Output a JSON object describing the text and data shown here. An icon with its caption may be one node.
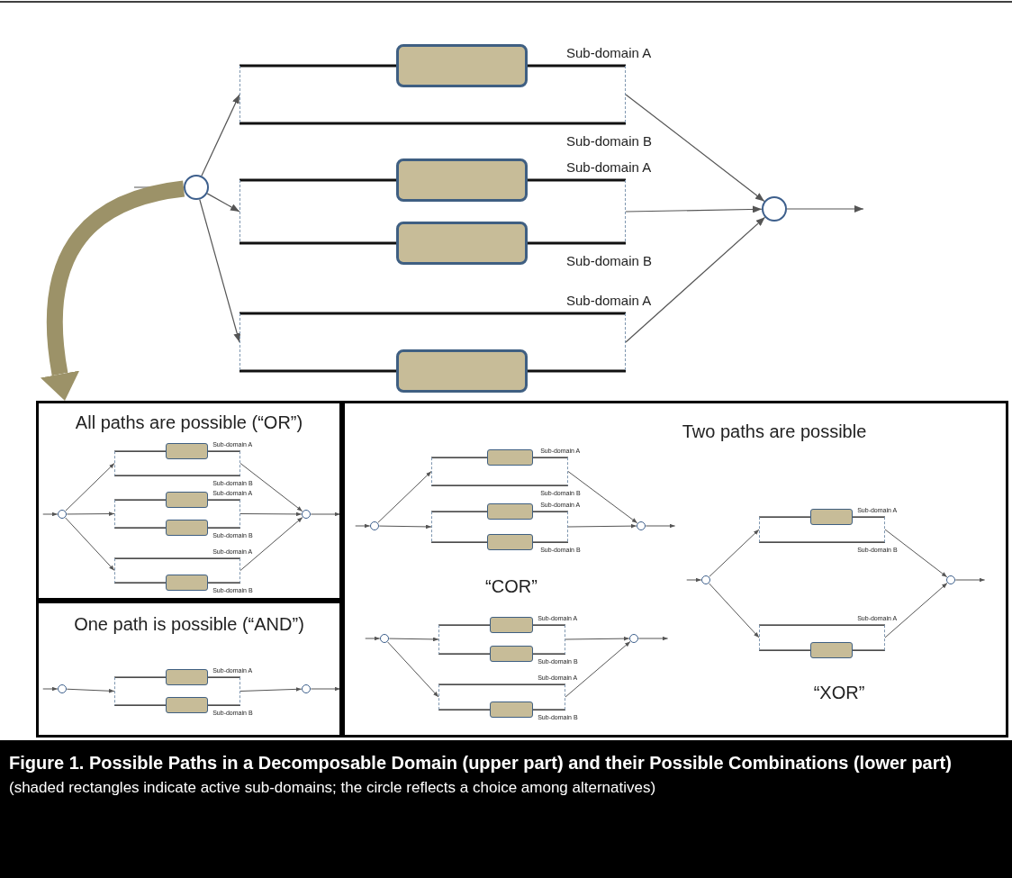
{
  "diagram": {
    "title": "Figure 1. Possible Paths in a Decomposable Domain (upper part) and their Possible Combinations (lower part)",
    "caption": "(shaded rectangles indicate active sub-domains; the circle reflects a choice among alternatives)",
    "nodes": [
      {
        "text": [],
        "shape": "circle"
      },
      {
        "text": [
          "Sub-domain A",
          "Sub-domain B"
        ]
      },
      {
        "text": [],
        "shape": "box",
        "in": 1
      },
      {
        "text": [
          "Sub-domain A",
          "Sub-domain B"
        ]
      },
      {
        "text": [],
        "shape": "box",
        "in": 3
      },
      {
        "text": [],
        "shape": "box",
        "in": 3
      },
      {
        "text": [
          "Sub-domain A"
        ]
      },
      {
        "text": [],
        "shape": "box",
        "in": 6
      },
      {
        "text": [],
        "shape": "circle"
      },
      {
        "text": [
          "All paths are possible (“OR”)"
        ]
      },
      {
        "text": [],
        "shape": "circle",
        "in": 9
      },
      {
        "text": [
          "Sub-domain A",
          "Sub-domain B"
        ],
        "in": 9
      },
      {
        "text": [],
        "shape": "box",
        "in": 11
      },
      {
        "text": [
          "Sub-domain A",
          "Sub-domain B"
        ],
        "in": 9
      },
      {
        "text": [],
        "shape": "box",
        "in": 13
      },
      {
        "text": [],
        "shape": "box",
        "in": 13
      },
      {
        "text": [
          "Sub-domain A",
          "Sub-domain B"
        ],
        "in": 9
      },
      {
        "text": [],
        "shape": "box",
        "in": 16
      },
      {
        "text": [],
        "shape": "circle",
        "in": 9
      },
      {
        "text": [
          "One path is possible (“AND”)"
        ]
      },
      {
        "text": [],
        "shape": "circle",
        "in": 19
      },
      {
        "text": [
          "Sub-domain A",
          "Sub-domain B"
        ],
        "in": 19
      },
      {
        "text": [],
        "shape": "box",
        "in": 21
      },
      {
        "text": [],
        "shape": "box",
        "in": 21
      },
      {
        "text": [],
        "shape": "circle",
        "in": 19
      },
      {
        "text": [
          "Two paths are possible"
        ]
      },
      {
        "text": [],
        "shape": "circle",
        "in": 25
      },
      {
        "text": [
          "Sub-domain A",
          "Sub-domain B"
        ],
        "in": 25
      },
      {
        "text": [],
        "shape": "box",
        "in": 27
      },
      {
        "text": [
          "Sub-domain A",
          "Sub-domain B"
        ],
        "in": 25
      },
      {
        "text": [],
        "shape": "box",
        "in": 29
      },
      {
        "text": [],
        "shape": "box",
        "in": 29
      },
      {
        "text": [],
        "shape": "circle",
        "in": 25
      },
      {
        "text": [],
        "shape": "circle",
        "in": 25
      },
      {
        "text": [
          "Sub-domain A",
          "Sub-domain B"
        ],
        "in": 25
      },
      {
        "text": [],
        "shape": "box",
        "in": 34
      },
      {
        "text": [],
        "shape": "box",
        "in": 34
      },
      {
        "text": [
          "Sub-domain A",
          "Sub-domain B"
        ],
        "in": 25
      },
      {
        "text": [],
        "shape": "box",
        "in": 37
      },
      {
        "text": [],
        "shape": "circle",
        "in": 25
      },
      {
        "text": [],
        "shape": "circle",
        "in": 25
      },
      {
        "text": [
          "Sub-domain A",
          "Sub-domain B"
        ],
        "in": 25
      },
      {
        "text": [],
        "shape": "box",
        "in": 41
      },
      {
        "text": [
          "Sub-domain A"
        ],
        "in": 25
      },
      {
        "text": [],
        "shape": "box",
        "in": 43
      },
      {
        "text": [],
        "shape": "circle",
        "in": 25
      }
    ],
    "edges": [
      {
        "from": null,
        "to": 0,
        "arrow": "to"
      },
      {
        "from": 0,
        "to": 1,
        "arrow": "to"
      },
      {
        "from": 0,
        "to": 3,
        "arrow": "to"
      },
      {
        "from": 0,
        "to": 6,
        "arrow": "to"
      },
      {
        "from": 1,
        "to": 8,
        "arrow": "to"
      },
      {
        "from": 3,
        "to": 8,
        "arrow": "to"
      },
      {
        "from": 6,
        "to": 8,
        "arrow": "to"
      },
      {
        "from": 8,
        "to": null,
        "arrow": "to"
      },
      {
        "from": 0,
        "to": 9,
        "arrow": "to",
        "style": "thick",
        "color": "#9c9268"
      },
      {
        "from": null,
        "to": 10,
        "arrow": "to"
      },
      {
        "from": 10,
        "to": 11,
        "arrow": "to"
      },
      {
        "from": 10,
        "to": 13,
        "arrow": "to"
      },
      {
        "from": 10,
        "to": 16,
        "arrow": "to"
      },
      {
        "from": 11,
        "to": 18,
        "arrow": "to"
      },
      {
        "from": 13,
        "to": 18,
        "arrow": "to"
      },
      {
        "from": 16,
        "to": 18,
        "arrow": "to"
      },
      {
        "from": 18,
        "to": null,
        "arrow": "to"
      },
      {
        "from": null,
        "to": 20,
        "arrow": "to"
      },
      {
        "from": 20,
        "to": 21,
        "arrow": "to"
      },
      {
        "from": 21,
        "to": 24,
        "arrow": "to"
      },
      {
        "from": 24,
        "to": null,
        "arrow": "to"
      },
      {
        "from": null,
        "to": 26,
        "arrow": "to"
      },
      {
        "from": 26,
        "to": 27,
        "arrow": "to"
      },
      {
        "from": 26,
        "to": 29,
        "arrow": "to"
      },
      {
        "from": 27,
        "to": 32,
        "arrow": "to"
      },
      {
        "from": 29,
        "to": 32,
        "arrow": "to"
      },
      {
        "from": 32,
        "to": null,
        "arrow": "to"
      },
      {
        "from": null,
        "to": 33,
        "arrow": "to"
      },
      {
        "from": 33,
        "to": 34,
        "arrow": "to"
      },
      {
        "from": 33,
        "to": 37,
        "arrow": "to"
      },
      {
        "from": 34,
        "to": 39,
        "arrow": "to"
      },
      {
        "from": 37,
        "to": 39,
        "arrow": "to"
      },
      {
        "from": 39,
        "to": null,
        "arrow": "to"
      },
      {
        "from": null,
        "to": 40,
        "arrow": "to"
      },
      {
        "from": 40,
        "to": 41,
        "arrow": "to"
      },
      {
        "from": 40,
        "to": 43,
        "arrow": "to"
      },
      {
        "from": 41,
        "to": 45,
        "arrow": "to"
      },
      {
        "from": 43,
        "to": 45,
        "arrow": "to"
      },
      {
        "from": 45,
        "to": null,
        "arrow": "to"
      }
    ],
    "labels": [
      "“COR”",
      "“XOR”"
    ]
  }
}
